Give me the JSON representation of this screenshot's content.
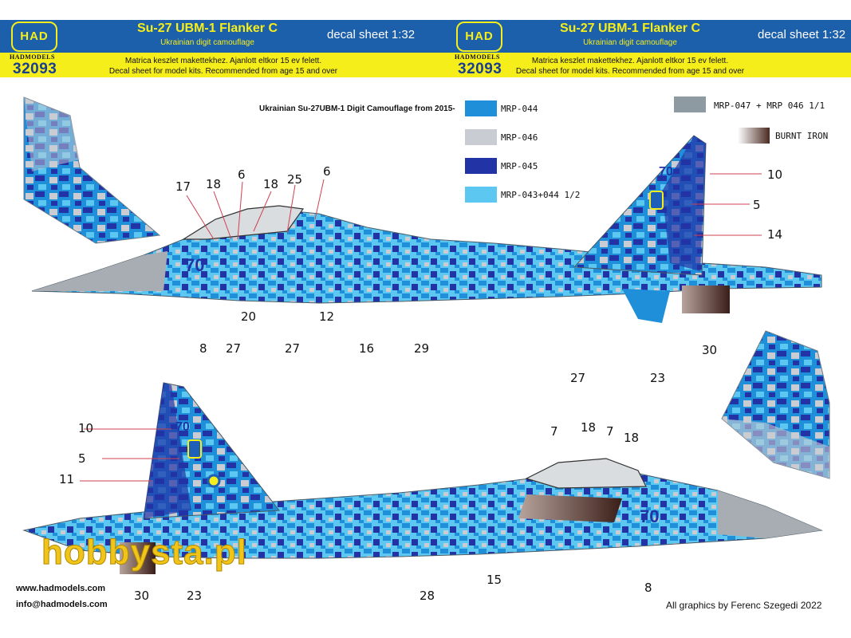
{
  "header": {
    "left": {
      "logo_text": "HAD",
      "brand": "HADMODELS",
      "code": "32093",
      "title": "Su-27 UBM-1 Flanker C",
      "subtitle": "Ukrainian digit camouflage",
      "scale": "decal sheet 1:32",
      "info_hu": "Matrica keszlet makettekhez. Ajanlott eltkor 15 ev felett.",
      "info_en": "Decal sheet for model kits. Recommended from age 15 and over"
    },
    "right": {
      "logo_text": "HAD",
      "brand": "HADMODELS",
      "code": "32093",
      "title": "Su-27 UBM-1 Flanker C",
      "subtitle": "Ukrainian digit camouflage",
      "scale": "decal sheet 1:32",
      "info_hu": "Matrica keszlet makettekhez. Ajanlott eltkor 15 ev felett.",
      "info_en": "Decal sheet for model kits. Recommended from age 15 and over"
    }
  },
  "legend": {
    "title": "Ukrainian Su-27UBM-1 Digit Camouflage from 2015-",
    "items": [
      {
        "label": "MRP-044",
        "color": "#1e8fd8"
      },
      {
        "label": "MRP-046",
        "color": "#c9ccd3"
      },
      {
        "label": "MRP-045",
        "color": "#2233a6"
      },
      {
        "label": "MRP-043+044 1/2",
        "color": "#5cc8f2"
      },
      {
        "label": "MRP-047 + MRP 046 1/1",
        "color": "#8e9aa2"
      },
      {
        "label": "BURNT IRON",
        "color": "#4a2a22"
      }
    ]
  },
  "aircraft": {
    "tail_number": "70",
    "top_callouts": [
      "17",
      "18",
      "6",
      "18",
      "25",
      "6",
      "8",
      "27",
      "20",
      "27",
      "12",
      "16",
      "29",
      "10",
      "5",
      "14",
      "27",
      "23",
      "30"
    ],
    "bottom_callouts": [
      "10",
      "5",
      "11",
      "7",
      "18",
      "7",
      "18",
      "30",
      "23",
      "28",
      "15",
      "8"
    ]
  },
  "footer": {
    "website": "www.hadmodels.com",
    "email": "info@hadmodels.com",
    "credit": "All graphics by Ferenc Szegedi 2022",
    "watermark": "hobbysta.pl"
  }
}
